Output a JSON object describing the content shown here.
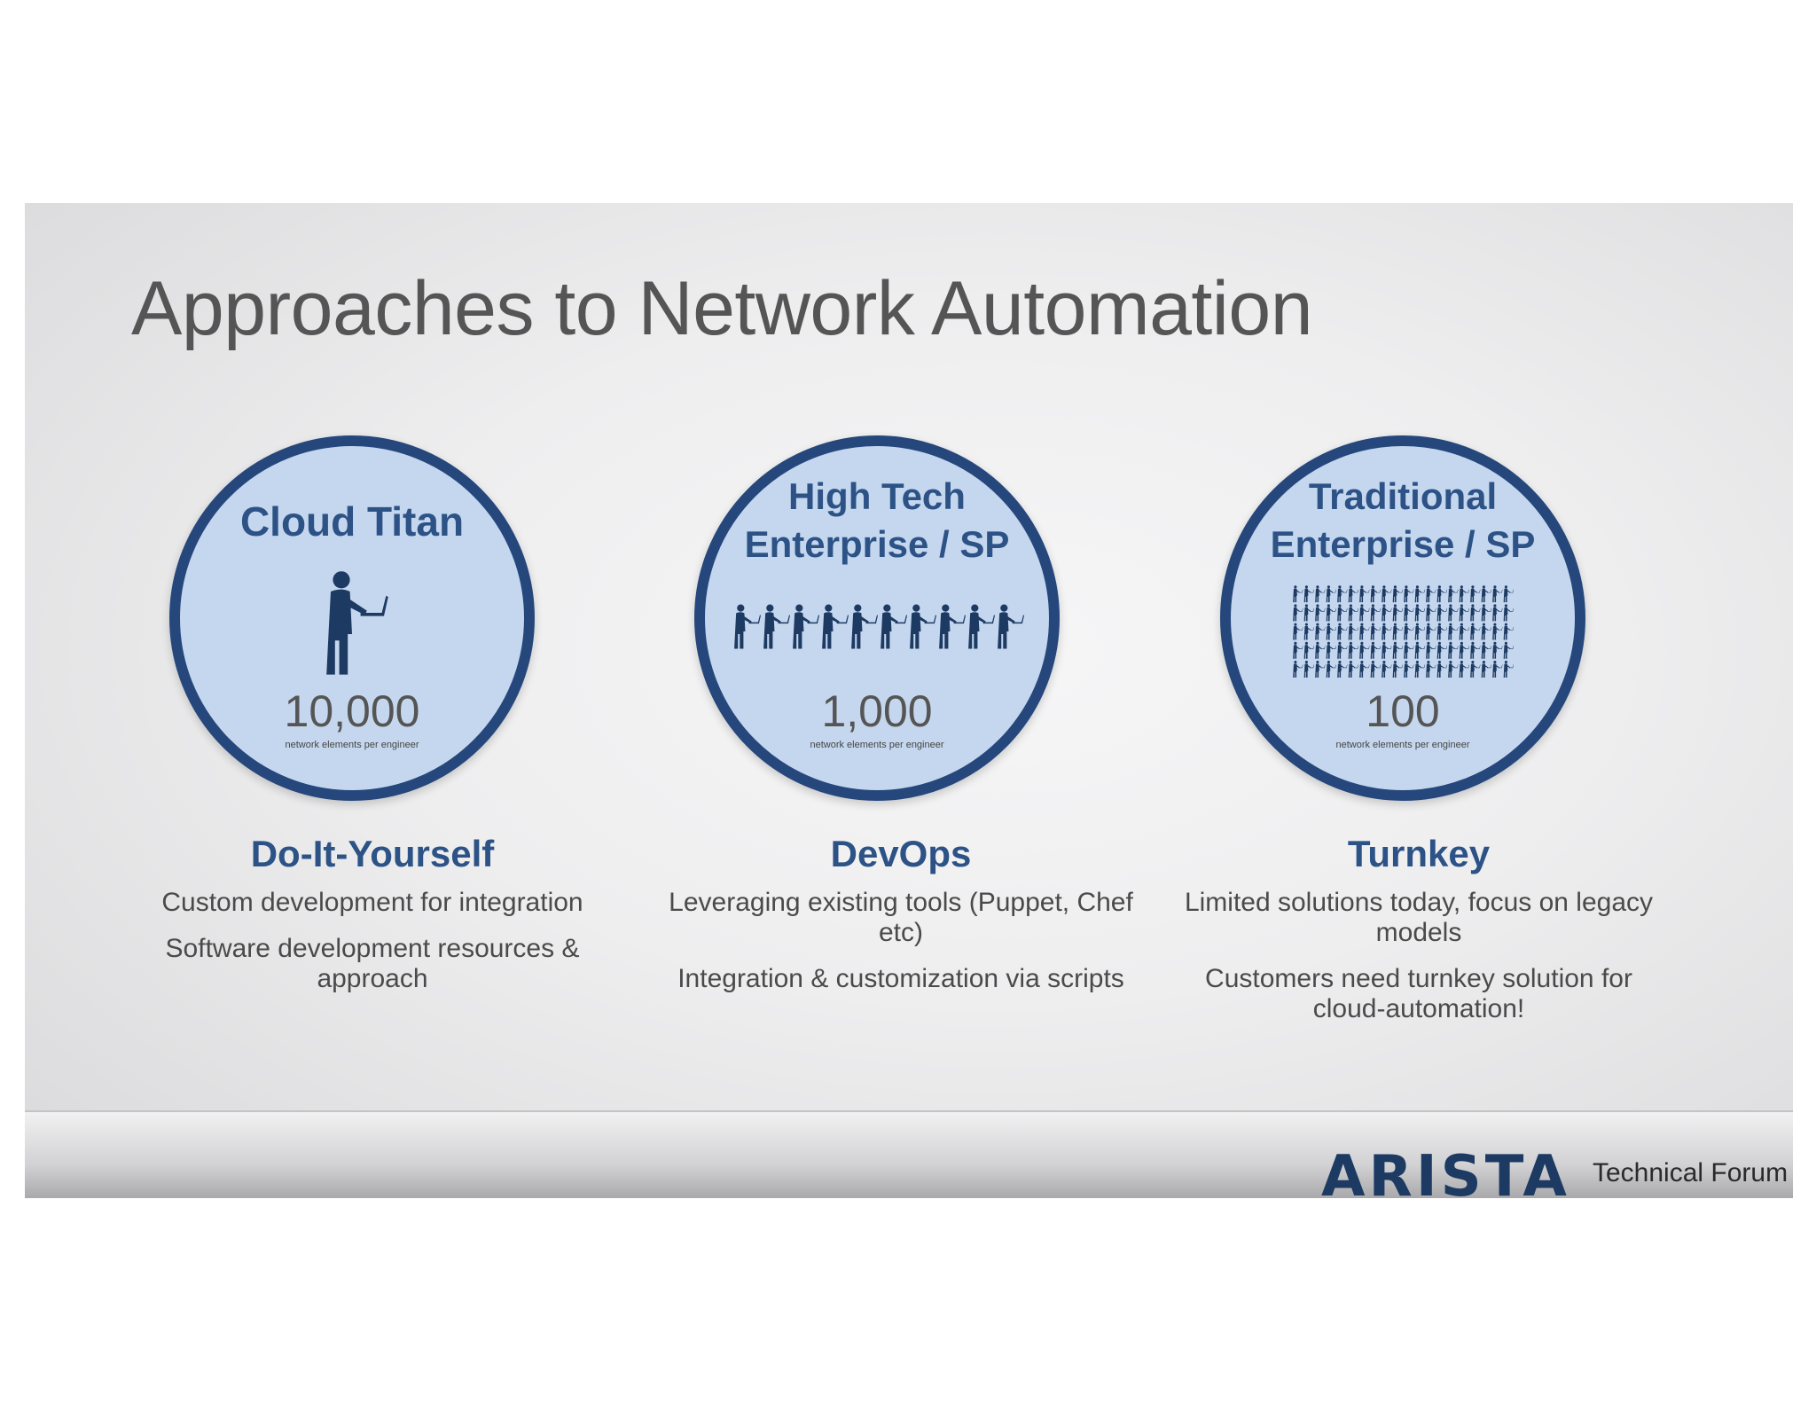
{
  "slide": {
    "title": "Approaches to Network Automation",
    "columns": [
      {
        "circle_heading": [
          "Cloud Titan"
        ],
        "figures": 1,
        "metric": "10,000",
        "metric_caption": "network elements per engineer",
        "heading": "Do-It-Yourself",
        "paragraphs": [
          "Custom development for integration",
          "Software development resources & approach"
        ]
      },
      {
        "circle_heading": [
          "High Tech",
          "Enterprise / SP"
        ],
        "figures": 10,
        "metric": "1,000",
        "metric_caption": "network elements per engineer",
        "heading": "DevOps",
        "paragraphs": [
          "Leveraging existing tools (Puppet, Chef etc)",
          "Integration & customization via scripts"
        ]
      },
      {
        "circle_heading": [
          "Traditional",
          "Enterprise / SP"
        ],
        "figures": 100,
        "metric": "100",
        "metric_caption": "network elements per engineer",
        "heading": "Turnkey",
        "paragraphs": [
          "Limited solutions today, focus on legacy models",
          "Customers need turnkey solution for cloud-automation!"
        ]
      }
    ],
    "footer": {
      "logo": "ARISTA",
      "tagline": "Technical Forum"
    },
    "colors": {
      "accent": "#2c5286",
      "circle_border": "#25477c",
      "circle_fill": "#c5d7ee",
      "icon": "#1d3a63"
    },
    "icons": [
      "engineer-icon"
    ]
  }
}
